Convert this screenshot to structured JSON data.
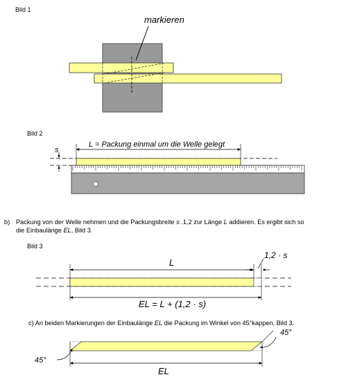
{
  "bild1": {
    "label": "Bild 1",
    "mark_text": "markieren"
  },
  "bild2": {
    "label": "Bild 2",
    "dimension_text": "L = Packung einmal um die Welle gelegt",
    "s_label": "s"
  },
  "paragraph_b": {
    "marker": "b)",
    "line1_pre": "Packung von der Welle nehmen und die Packungsbreite ",
    "line1_s": "s",
    "line1_post": " .1,2 zur Länge ",
    "line1_L": "L",
    "line1_end": " addieren. Es ergibt sich so",
    "line2_pre": "die Einbaulänge ",
    "line2_EL": "EL",
    "line2_post": ", Bild 3."
  },
  "bild3": {
    "label": "Bild 3",
    "L_label": "L",
    "factor_label": "1,2 · s",
    "formula": "EL = L + (1,2 · s)"
  },
  "paragraph_c": {
    "pre": "c) An beiden Markierungen der Einbaulänge ",
    "EL": "EL",
    "post": " die Packung im Winkel von 45°kappen, Bild 3."
  },
  "bild4": {
    "angle_left": "45°",
    "angle_right": "45°",
    "EL_label": "EL"
  },
  "colors": {
    "packing_yellow": "#ffff99",
    "shaft_gray": "#999999",
    "ruler_gray": "#a6a6a6"
  }
}
